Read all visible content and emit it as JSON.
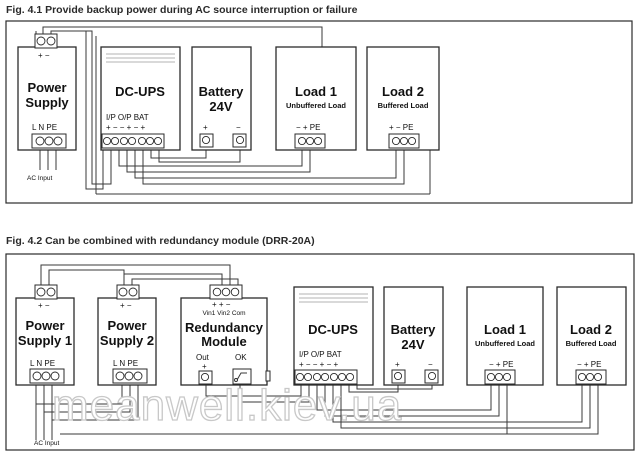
{
  "fig1": {
    "caption": "Fig. 4.1  Provide backup power during AC source interruption or failure",
    "power_supply": {
      "title_1": "Power",
      "title_2": "Supply",
      "top_terminals": "+ −",
      "bottom_terminals": "L  N  PE",
      "ac_input": "AC Input"
    },
    "dc_ups": {
      "title": "DC-UPS",
      "group_labels": "I/P   O/P   BAT",
      "terminals": "+ − − + − +"
    },
    "battery": {
      "title_1": "Battery",
      "title_2": "24V",
      "plus": "+",
      "minus": "−"
    },
    "load1": {
      "title": "Load 1",
      "subtitle": "Unbuffered Load",
      "terminals": "− + PE"
    },
    "load2": {
      "title": "Load 2",
      "subtitle": "Buffered Load",
      "terminals": "+  − PE"
    }
  },
  "fig2": {
    "caption": "Fig. 4.2  Can be combined with redundancy module (DRR-20A)",
    "ps1": {
      "title_1": "Power",
      "title_2": "Supply 1",
      "top_terminals": "+ −",
      "bottom_terminals": "L  N  PE"
    },
    "ps2": {
      "title_1": "Power",
      "title_2": "Supply 2",
      "top_terminals": "+ −",
      "bottom_terminals": "L  N  PE"
    },
    "redundancy": {
      "top_terminals": "+ +  −",
      "inputs": "Vin1 Vin2 Com",
      "title_1": "Redundancy",
      "title_2": "Module",
      "out": "Out",
      "ok": "OK",
      "out_sign": "+"
    },
    "dc_ups": {
      "title": "DC-UPS",
      "group_labels": "I/P   O/P   BAT",
      "terminals": "+ − − + − +"
    },
    "battery": {
      "title_1": "Battery",
      "title_2": "24V",
      "plus": "+",
      "minus": "−"
    },
    "load1": {
      "title": "Load 1",
      "subtitle": "Unbuffered Load",
      "terminals": "− + PE"
    },
    "load2": {
      "title": "Load 2",
      "subtitle": "Buffered Load",
      "terminals": "− + PE"
    },
    "ac_input": "AC Input"
  },
  "watermark": "meanwell.kiev.ua"
}
